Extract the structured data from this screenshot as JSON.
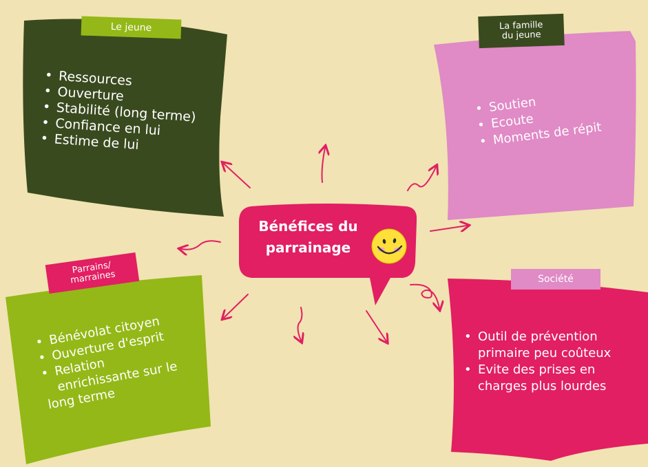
{
  "center": {
    "title": "Bénéfices du parrainage",
    "emoji": "smiley-face-icon"
  },
  "cards": {
    "jeune": {
      "tag": "Le jeune",
      "items": [
        "Ressources",
        "Ouverture",
        "Stabilité (long terme)",
        "Confiance en lui",
        "Estime de lui"
      ]
    },
    "famille": {
      "tag_line1": "La famille",
      "tag_line2": "du jeune",
      "items": [
        "Soutien",
        "Ecoute",
        "Moments de répit"
      ]
    },
    "parrains": {
      "tag_line1": "Parrains/",
      "tag_line2": "marraines",
      "items": [
        "Bénévolat citoyen",
        "Ouverture d'esprit",
        "Relation",
        "enrichissante sur le",
        "long terme"
      ]
    },
    "societe": {
      "tag": "Société",
      "items": [
        "Outil de prévention",
        "primaire peu coûteux",
        "Evite des prises en",
        "charges plus lourdes"
      ]
    }
  },
  "colors": {
    "background": "#f1e3b3",
    "dark_green": "#3a4a1f",
    "lime": "#94b817",
    "pink_light": "#e08ac6",
    "magenta": "#e11f62"
  }
}
